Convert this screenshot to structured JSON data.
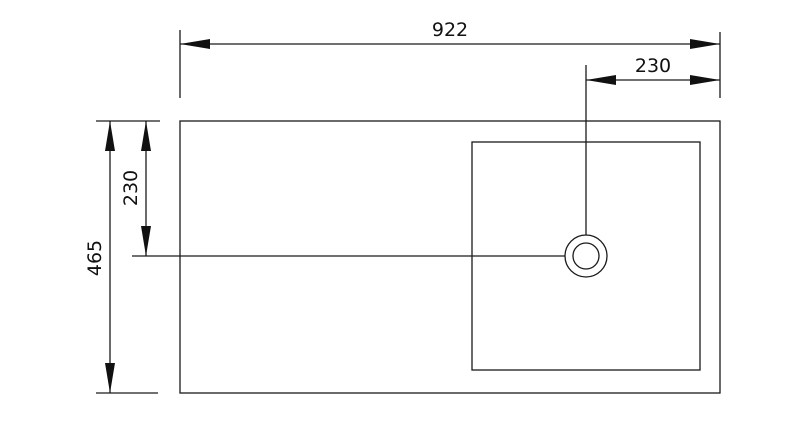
{
  "drawing": {
    "dimensions": {
      "overall_width": "922",
      "overall_height": "465",
      "drain_from_right": "230",
      "drain_from_top": "230"
    }
  }
}
